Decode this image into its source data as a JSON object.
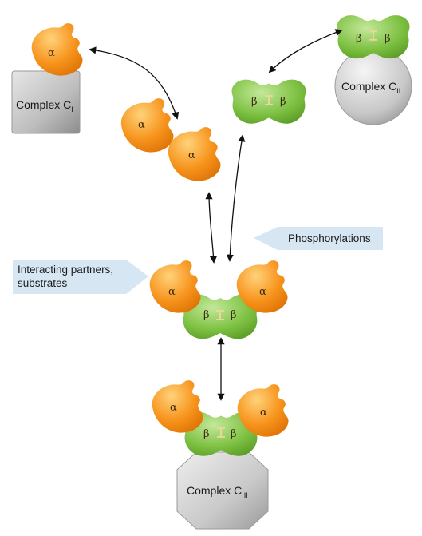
{
  "labels": {
    "alpha": "α",
    "beta": "β",
    "complex_word": "Complex C",
    "complex_c1_sub": "I",
    "complex_c2_sub": "II",
    "complex_c3_sub": "III",
    "phosphorylations": "Phosphorylations",
    "interacting_line1": "Interacting partners,",
    "interacting_line2": "substrates"
  },
  "colors": {
    "alpha_fill": "#f7941d",
    "beta_fill": "#7dc142",
    "box_gray": "#bdbdbd",
    "callout_fill": "#d6e6f2"
  }
}
